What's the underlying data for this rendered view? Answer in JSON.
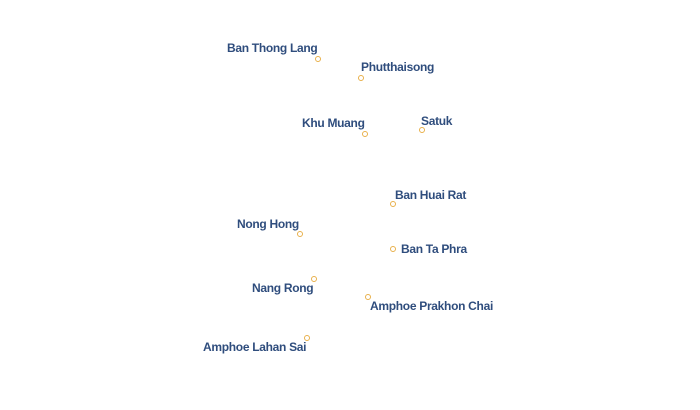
{
  "places": [
    {
      "name": "Ban Thong Lang",
      "dot_color": "#e8b04a"
    },
    {
      "name": "Phutthaisong",
      "dot_color": "#e8b04a"
    },
    {
      "name": "Khu Muang",
      "dot_color": "#e8b04a"
    },
    {
      "name": "Satuk",
      "dot_color": "#e8b04a"
    },
    {
      "name": "Ban Huai Rat",
      "dot_color": "#e8b04a"
    },
    {
      "name": "Nong Hong",
      "dot_color": "#e8b04a"
    },
    {
      "name": "Ban Ta Phra",
      "dot_color": "#e8b04a"
    },
    {
      "name": "Nang Rong",
      "dot_color": "#e8b04a"
    },
    {
      "name": "Amphoe Prakhon Chai",
      "dot_color": "#e8b04a"
    },
    {
      "name": "Amphoe Lahan Sai",
      "dot_color": "#e8b04a"
    }
  ],
  "label_color": "#2f4d7d"
}
